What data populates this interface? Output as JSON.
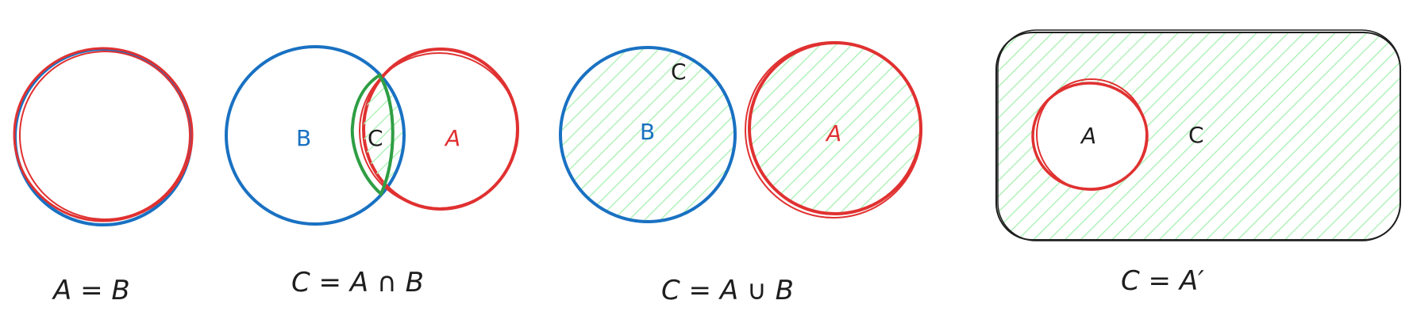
{
  "colors": {
    "blue": "#1971c2",
    "red": "#e03131",
    "green": "#2f9e44",
    "fill_green": "#b2f2bb",
    "ink": "#1e1e1e"
  },
  "panel1": {
    "caption": "A = B"
  },
  "panel2": {
    "label_b": "B",
    "label_c": "C",
    "label_a": "A",
    "caption": "C = A ∩ B"
  },
  "panel3": {
    "label_c": "C",
    "label_b": "B",
    "label_a": "A",
    "caption": "C = A ∪ B"
  },
  "panel4": {
    "label_a": "A",
    "label_c": "C",
    "caption": "C = A′"
  }
}
